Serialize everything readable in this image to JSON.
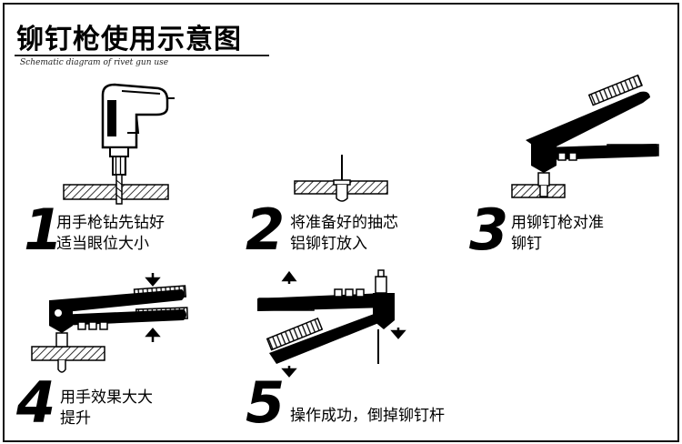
{
  "title": "铆钉枪使用示意图",
  "subtitle": "Schematic diagram of rivet gun use",
  "steps": [
    {
      "number": "1",
      "line1": "用手枪钻先钻好",
      "line2": "适当眼位大小"
    },
    {
      "number": "2",
      "line1": "将准备好的抽芯",
      "line2": "铝铆钉放入"
    },
    {
      "number": "3",
      "line1": "用铆钉枪对准",
      "line2": "铆钉"
    },
    {
      "number": "4",
      "line1": "用手效果大大",
      "line2": "提升"
    },
    {
      "number": "5",
      "line1": "操作成功，倒掉铆钉杆",
      "line2": ""
    }
  ]
}
